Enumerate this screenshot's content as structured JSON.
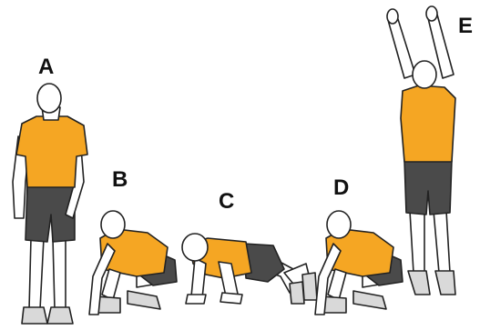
{
  "labels": {
    "a": "A",
    "b": "B",
    "c": "C",
    "d": "D",
    "e": "E"
  },
  "colors": {
    "shirt": "#f5a623",
    "shorts": "#4a4a4a",
    "skin": "#ffffff",
    "outline": "#222222",
    "shoe": "#d9d9d9"
  }
}
